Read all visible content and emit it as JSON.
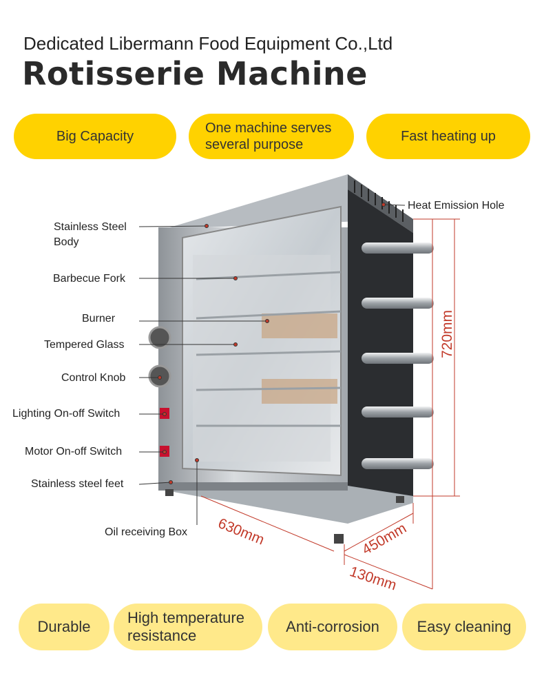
{
  "header": {
    "company": "Dedicated Libermann Food Equipment Co.,Ltd",
    "title": "Rotisserie Machine"
  },
  "top_features": [
    "Big Capacity",
    "One machine serves several purpose",
    "Fast heating up"
  ],
  "labels": {
    "heat_emission_hole": "Heat Emission Hole",
    "stainless_steel_body": "Stainless Steel Body",
    "barbecue_fork": "Barbecue Fork",
    "burner": "Burner",
    "tempered_glass": "Tempered Glass",
    "control_knob": "Control Knob",
    "lighting_switch": "Lighting On-off Switch",
    "motor_switch": "Motor On-off Switch",
    "feet": "Stainless steel feet",
    "oil_box": "Oil receiving Box"
  },
  "dimensions": {
    "height": "720mm",
    "width": "630mm",
    "depth": "450mm",
    "extra": "130mm"
  },
  "bottom_features": [
    "Durable",
    "High temperature resistance",
    "Anti-corrosion",
    "Easy cleaning"
  ],
  "colors": {
    "pill_top": "#ffd200",
    "pill_bottom": "#ffe98a",
    "dimension": "#c23a2a"
  }
}
